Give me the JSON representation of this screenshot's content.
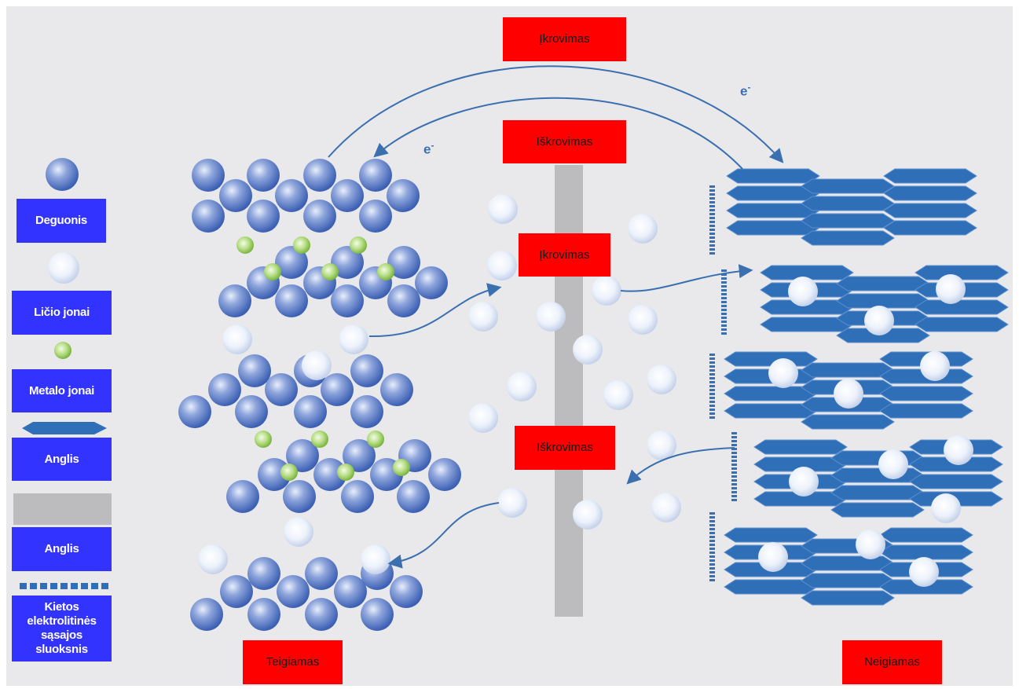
{
  "labels": {
    "charging_top": "Įkrovimas",
    "discharging_top": "Iškrovimas",
    "charging_mid": "Įkrovimas",
    "discharging_mid": "Iškrovimas",
    "positive": "Teigiamas",
    "negative": "Neigiamas",
    "electron": "e",
    "electron_sup": "-"
  },
  "legend": {
    "oxygen": "Deguonis",
    "lithium_ions": "Ličio jonai",
    "metal_ions": "Metalo jonai",
    "carbon": "Anglis",
    "separator": "Anglis",
    "sei_layer": "Kietos elektrolitinės sąsajos sluoksnis"
  },
  "colors": {
    "background": "#e9e9eb",
    "label_red": "#ff0000",
    "legend_blue": "#3333ff",
    "graphite": "#2f6fb7",
    "oxygen_sphere": "#4a6fc0",
    "lithium_sphere": "#dde6f5",
    "metal_sphere": "#8cc44a",
    "separator_gray": "#bcbcbe",
    "arrow": "#3a6fb0"
  },
  "icons": {
    "oxygen": "blue-sphere-icon",
    "lithium": "pale-sphere-icon",
    "metal": "green-sphere-icon",
    "carbon": "hexagon-layer-icon",
    "sei": "dashed-line-icon"
  }
}
